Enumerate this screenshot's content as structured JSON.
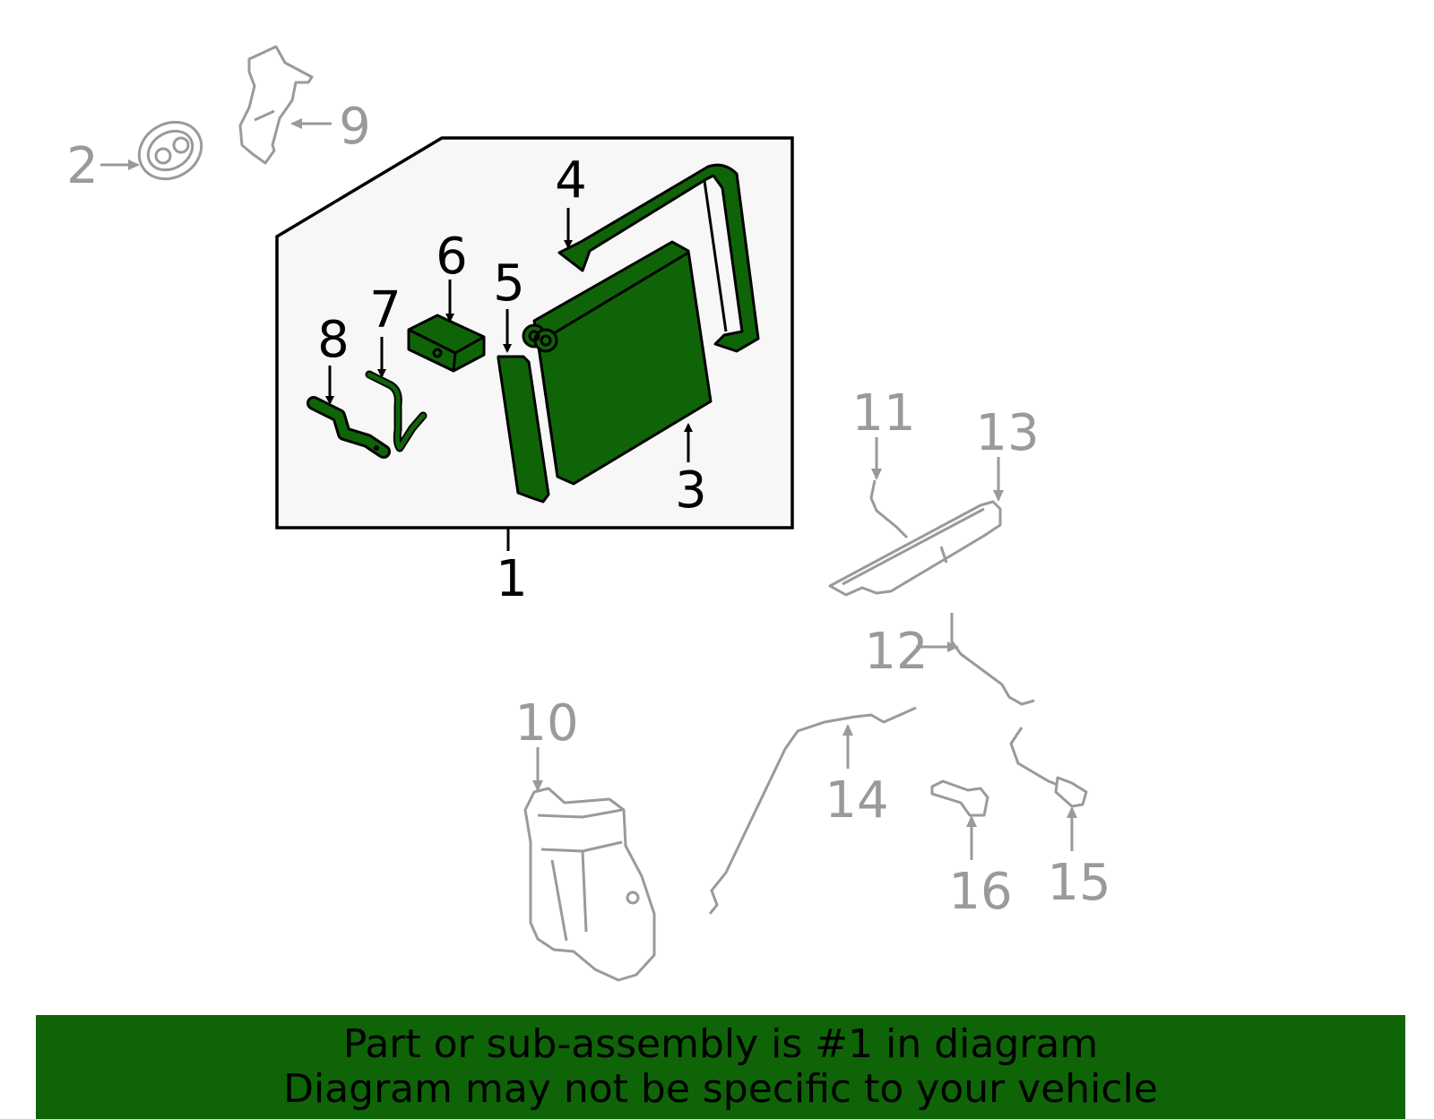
{
  "colors": {
    "highlight_green": "#0f6408",
    "part_gray": "#9a9a9a",
    "panel_fill": "#f7f7f7",
    "ink": "#000000"
  },
  "callouts": {
    "c1": "1",
    "c2": "2",
    "c3": "3",
    "c4": "4",
    "c5": "5",
    "c6": "6",
    "c7": "7",
    "c8": "8",
    "c9": "9",
    "c10": "10",
    "c11": "11",
    "c12": "12",
    "c13": "13",
    "c14": "14",
    "c15": "15",
    "c16": "16"
  },
  "banner": {
    "line1": "Part or sub-assembly is #1 in diagram",
    "line2": "Diagram may not be specific to your vehicle"
  }
}
